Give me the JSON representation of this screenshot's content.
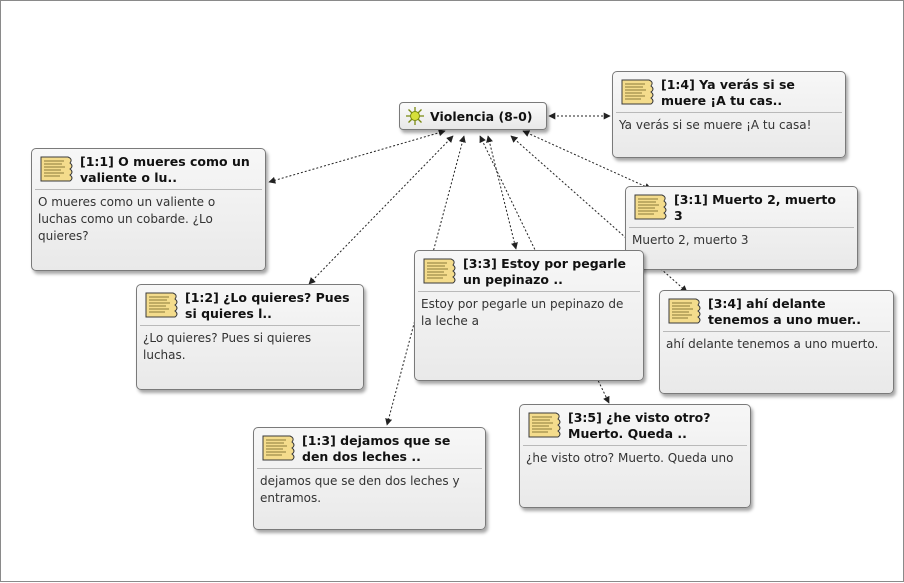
{
  "code": {
    "label": "Violencia (8-0)",
    "icon": "code-star-icon"
  },
  "quotations": [
    {
      "id": "q-1-4",
      "title": "[1:4] Ya verás si se muere ¡A tu cas..",
      "text": "Ya verás si se muere ¡A tu casa!"
    },
    {
      "id": "q-1-1",
      "title": "[1:1] O mueres como un valiente o lu..",
      "text": "O mueres como un valiente o luchas como un cobarde. ¿Lo quieres?"
    },
    {
      "id": "q-3-1",
      "title": "[3:1] Muerto 2, muerto 3",
      "text": "Muerto 2, muerto 3"
    },
    {
      "id": "q-3-3",
      "title": "[3:3] Estoy por pegarle un pepinazo ..",
      "text": "Estoy por pegarle un pepinazo de la leche a"
    },
    {
      "id": "q-1-2",
      "title": "[1:2] ¿Lo quieres? Pues si quieres l..",
      "text": "¿Lo quieres? Pues si quieres luchas."
    },
    {
      "id": "q-3-4",
      "title": "[3:4] ahí delante tenemos a uno muer..",
      "text": "ahí delante tenemos a uno muerto."
    },
    {
      "id": "q-3-5",
      "title": "[3:5] ¿he visto otro? Muerto. Queda ..",
      "text": "¿he visto otro? Muerto. Queda uno"
    },
    {
      "id": "q-1-3",
      "title": "[1:3] dejamos que se den dos leches ..",
      "text": "dejamos que se den dos leches y entramos."
    }
  ],
  "colors": {
    "edge": "#222222",
    "code_icon": "#b5c91a"
  }
}
